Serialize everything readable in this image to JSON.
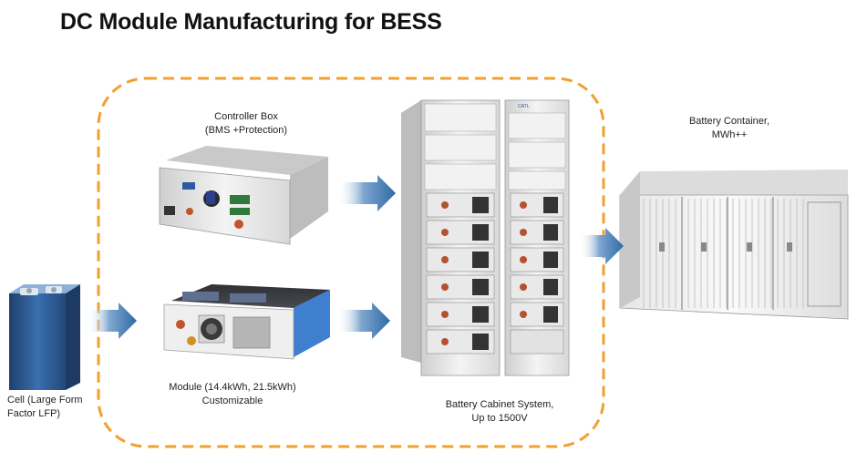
{
  "title": "DC Module Manufacturing for BESS",
  "colors": {
    "dashed_frame": "#f0a030",
    "arrow": "#3b73a8",
    "cell_body": "#2f5f9c",
    "module_body": "#5a8fd0",
    "metal": "#e8e8e8"
  },
  "components": {
    "cell": {
      "label_line1": "Cell (Large Form",
      "label_line2": "Factor LFP)"
    },
    "controller_box": {
      "label_line1": "Controller Box",
      "label_line2": "(BMS +Protection)"
    },
    "module": {
      "label_line1": "Module (14.4kWh, 21.5kWh)",
      "label_line2": "Customizable"
    },
    "cabinet": {
      "label_line1": "Battery Cabinet System,",
      "label_line2": "Up to 1500V",
      "brand_mark": "CATL"
    },
    "container": {
      "label_line1": "Battery Container,",
      "label_line2": "MWh++"
    }
  }
}
